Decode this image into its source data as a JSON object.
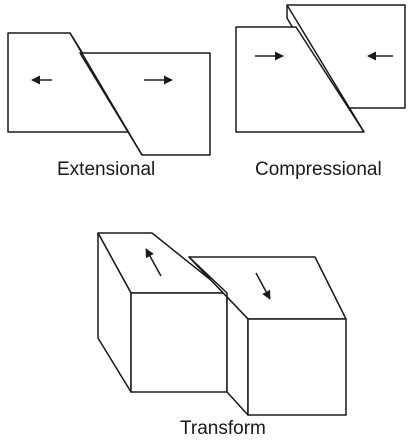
{
  "labels": {
    "extensional": "Extensional",
    "compressional": "Compressional",
    "transform": "Transform"
  },
  "style": {
    "stroke": "#1a1a1a",
    "fill": "#ffffff",
    "background": "#ffffff"
  },
  "arrows": {
    "extensional": [
      "left",
      "right"
    ],
    "compressional": [
      "right",
      "left"
    ],
    "transform": [
      "up",
      "down"
    ]
  }
}
